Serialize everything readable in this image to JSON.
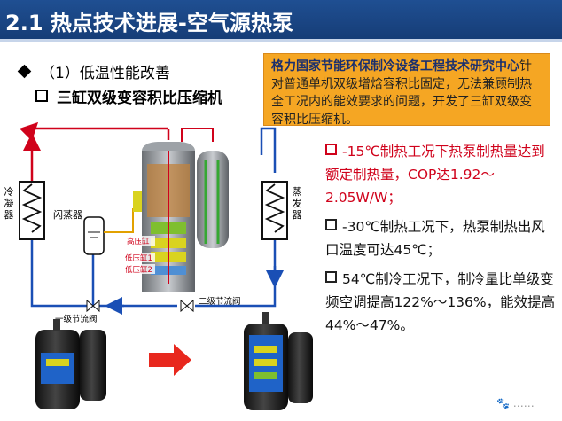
{
  "slide": {
    "title": "2.1 热点技术进展-空气源热泵",
    "bullet1": "（1）低温性能改善",
    "bullet2": "三缸双级变容积比压缩机",
    "info_box": {
      "bold_part": "格力国家节能环保制冷设备工程技术研究中心",
      "rest_part": "针对普通单机双级增焓容积比固定，无法兼顾制热全工况内的能效要求的问题，开发了三缸双级变容积比压缩机。"
    },
    "diagram": {
      "condenser_label": "冷凝器",
      "flash_tank_label": "闪蒸器",
      "evaporator_label": "蒸发器",
      "valve1_label": "一级节流阀",
      "valve2_label": "二级节流阀",
      "hp_cylinder": "高压缸",
      "lp_cylinder1": "低压缸1",
      "lp_cylinder2": "低压缸2"
    },
    "claims": [
      "-15℃制热工况下热泵制热量达到额定制热量，COP达1.92～2.05W/W；",
      "-30℃制热工况下，热泵制热出风口温度可达45℃；",
      "54℃制冷工况下，制冷量比单级变频空调提高122%～136%，能效提高44%～47%。"
    ],
    "watermark": "🐾 ……"
  },
  "colors": {
    "title_bg": "#1f4f92",
    "box_bg": "#f5a623",
    "red": "#d0021b",
    "arrow": "#e8281e"
  }
}
